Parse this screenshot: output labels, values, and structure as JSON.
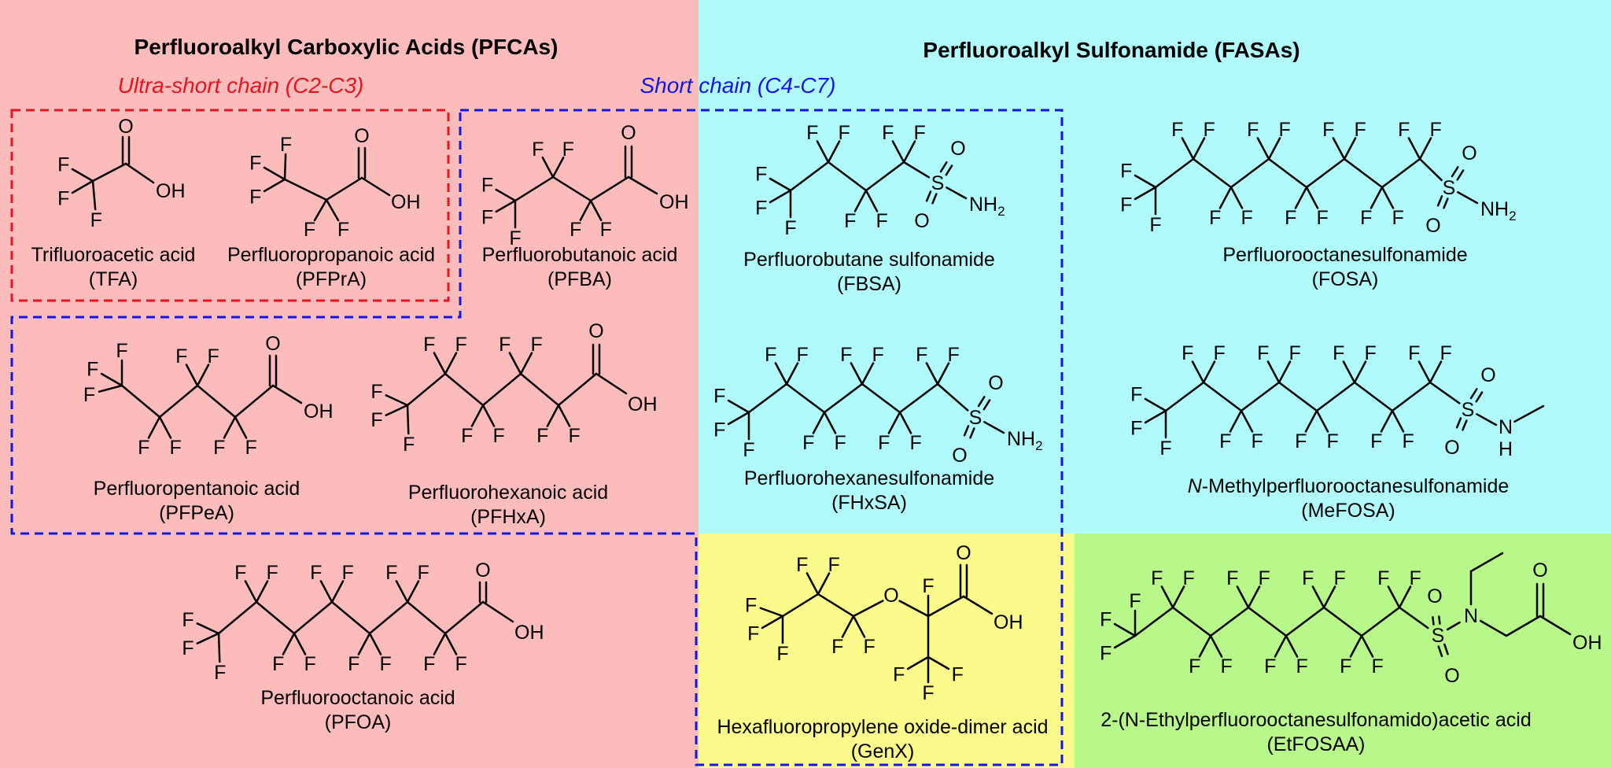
{
  "colors": {
    "pfca_bg": "#fdbcbc",
    "fasa_bg": "#b0fafb",
    "genx_bg": "#fafb8a",
    "etfosaa_bg": "#b8f78a",
    "ultra_short_box": "#e8141e",
    "short_box": "#1414e6"
  },
  "headers": {
    "pfca_title": "Perfluoroalkyl Carboxylic Acids (PFCAs)",
    "fasa_title": "Perfluoroalkyl Sulfonamide (FASAs)",
    "ultra_short_label": "Ultra-short chain (C2-C3)",
    "short_label": "Short chain (C4-C7)"
  },
  "atoms": {
    "F": "F",
    "O": "O",
    "N": "N",
    "H": "H",
    "S": "S",
    "OH": "OH",
    "NH": "NH",
    "sub2": "2"
  },
  "compounds": {
    "tfa": {
      "name": "Trifluoroacetic acid",
      "abbr": "(TFA)"
    },
    "pfpra": {
      "name": "Perfluoropropanoic acid",
      "abbr": "(PFPrA)"
    },
    "pfba": {
      "name": "Perfluorobutanoic acid",
      "abbr": "(PFBA)"
    },
    "pfpea": {
      "name": "Perfluoropentanoic acid",
      "abbr": "(PFPeA)"
    },
    "pfhxa": {
      "name": "Perfluorohexanoic acid",
      "abbr": "(PFHxA)"
    },
    "pfoa": {
      "name": "Perfluorooctanoic acid",
      "abbr": "(PFOA)"
    },
    "fbsa": {
      "name": "Perfluorobutane sulfonamide",
      "abbr": "(FBSA)"
    },
    "fhxsa": {
      "name": "Perfluorohexanesulfonamide",
      "abbr": "(FHxSA)"
    },
    "fosa": {
      "name": "Perfluorooctanesulfonamide",
      "abbr": "(FOSA)"
    },
    "mefosa": {
      "name_prefix": "N",
      "name_rest": "-Methylperfluorooctanesulfonamide",
      "abbr": "(MeFOSA)"
    },
    "genx": {
      "name": "Hexafluoropropylene oxide-dimer acid",
      "abbr": "(GenX)"
    },
    "etfosaa": {
      "name": "2-(N-Ethylperfluorooctanesulfonamido)acetic acid",
      "abbr": "(EtFOSAA)"
    }
  }
}
